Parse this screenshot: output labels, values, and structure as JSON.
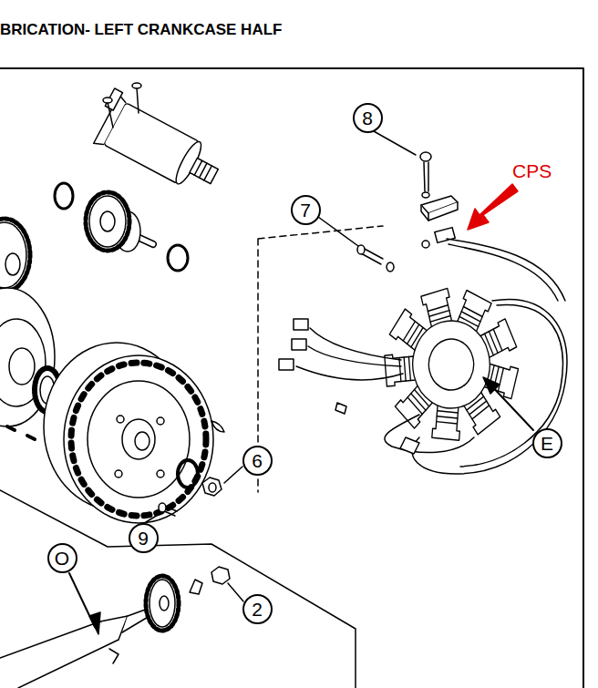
{
  "diagram": {
    "title": "BRICATION- LEFT CRANKCASE HALF",
    "nodes": [
      {
        "text": [
          "8"
        ]
      },
      {
        "text": [
          "7"
        ]
      },
      {
        "text": [
          "E"
        ]
      },
      {
        "text": [
          "6"
        ]
      },
      {
        "text": [
          "9"
        ]
      },
      {
        "text": [
          "O"
        ]
      },
      {
        "text": [
          "2"
        ]
      }
    ],
    "labels": [
      "CPS"
    ]
  }
}
